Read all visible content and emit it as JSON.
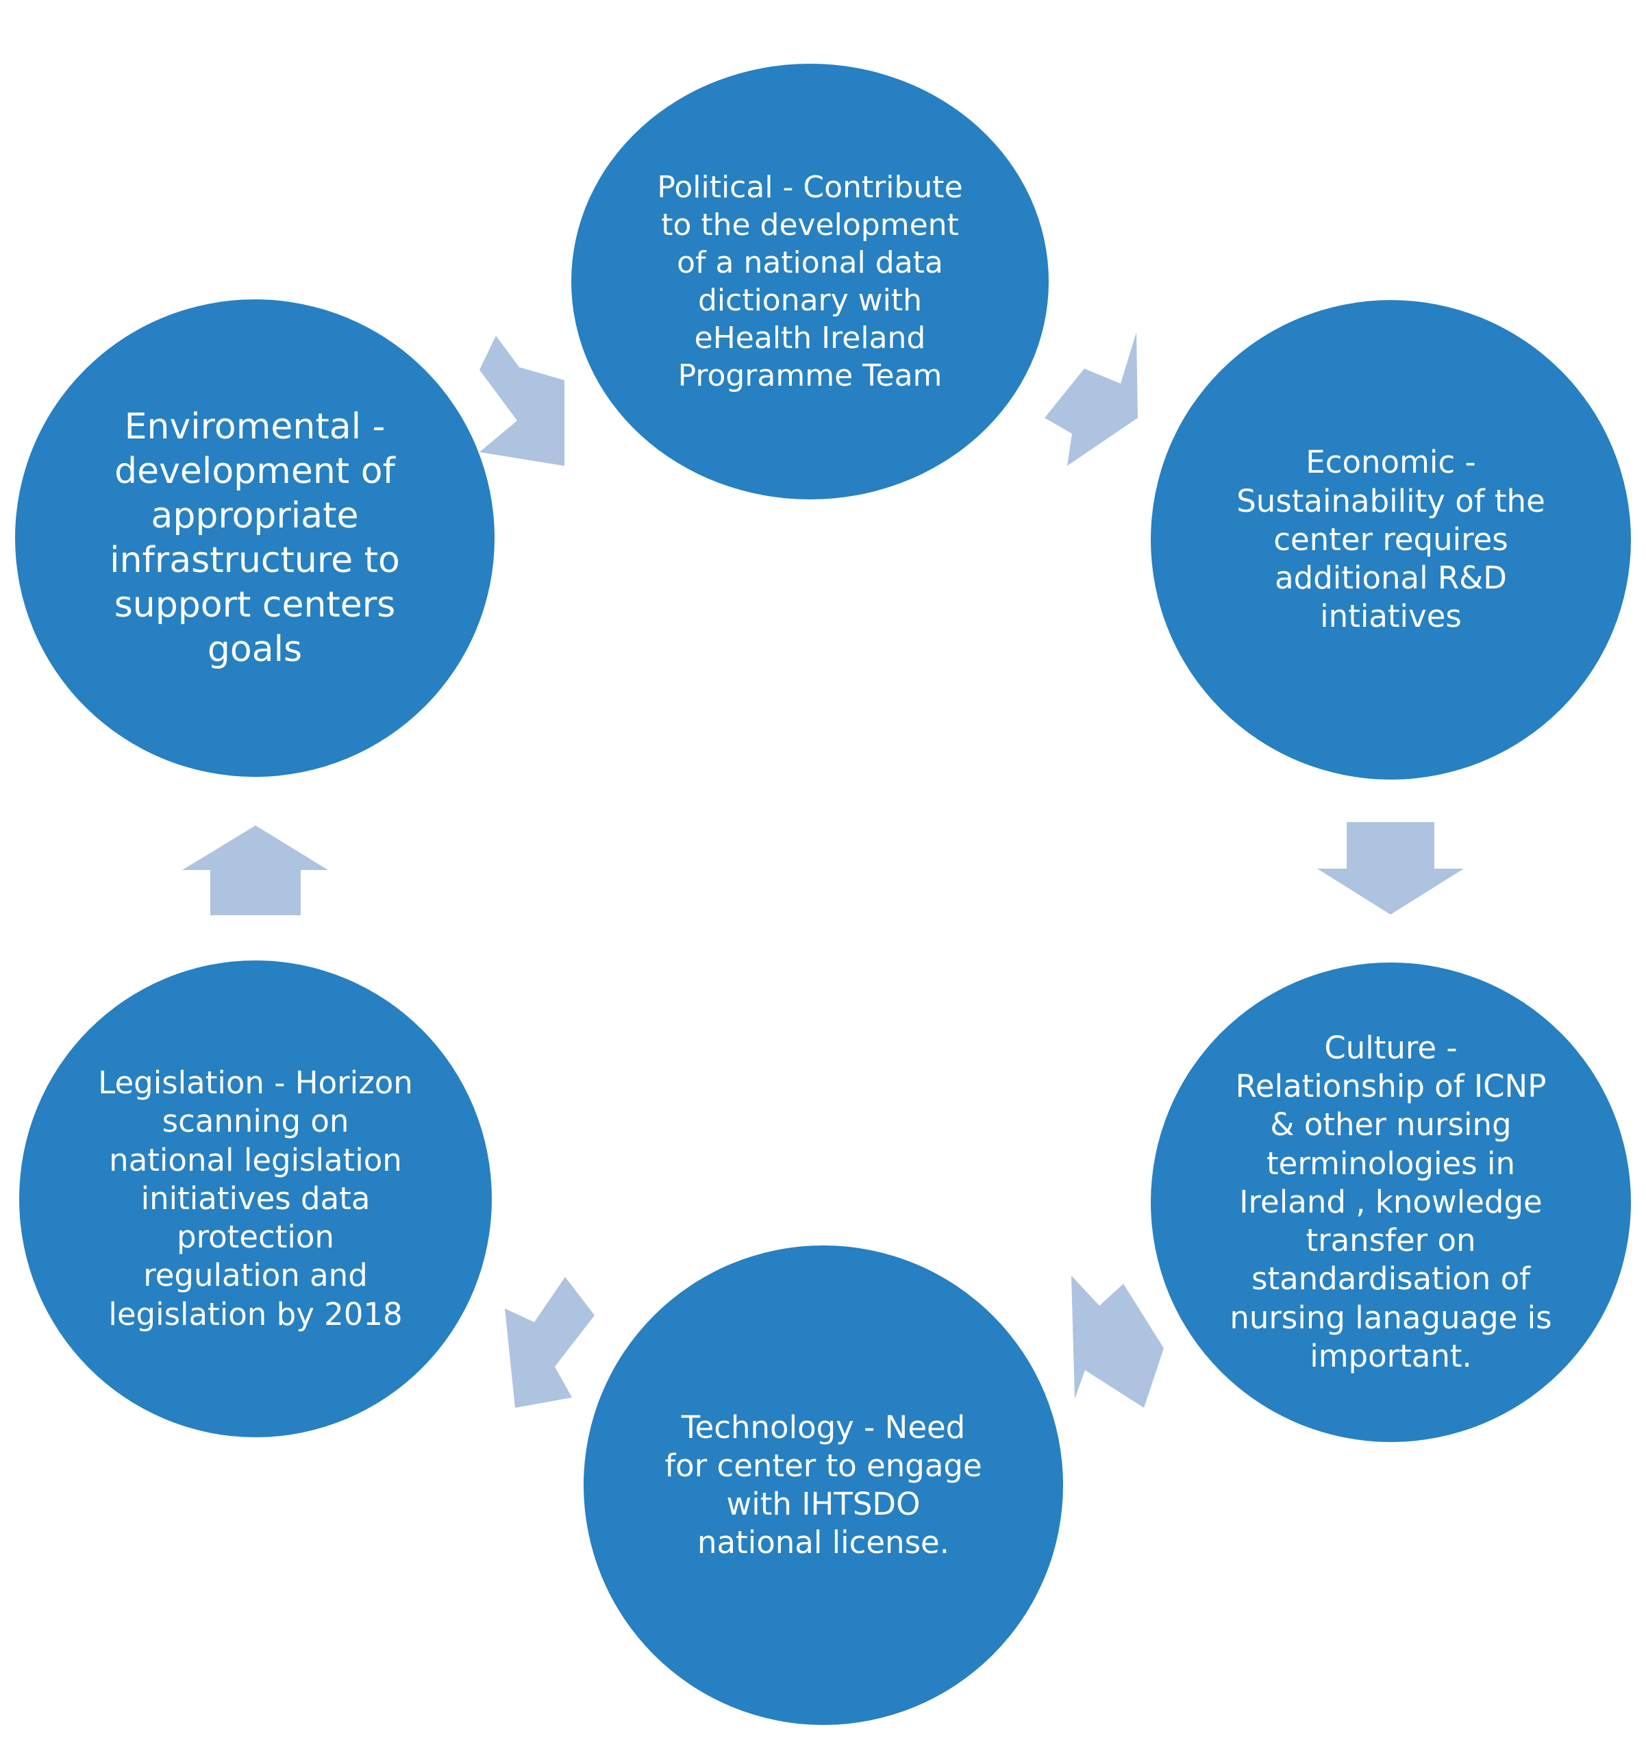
{
  "diagram": {
    "colors": {
      "node_fill": "#2680c2",
      "node_text": "#ffffff",
      "arrow_fill": "#adc3df",
      "background": "#ffffff"
    },
    "nodes": [
      {
        "id": "political",
        "label": "Political - Contribute\nto the development\nof a national data\ndictionary with\neHealth Ireland\nProgramme Team"
      },
      {
        "id": "economic",
        "label": "Economic -\nSustainability of the\ncenter requires\nadditional R&D\nintiatives"
      },
      {
        "id": "culture",
        "label": "Culture -\nRelationship of ICNP\n& other nursing\nterminologies in\nIreland , knowledge\ntransfer on\nstandardisation of\nnursing lanaguage is\nimportant."
      },
      {
        "id": "technology",
        "label": "Technology - Need\nfor center to engage\nwith IHTSDO\nnational license."
      },
      {
        "id": "legislation",
        "label": "Legislation - Horizon\nscanning on\nnational legislation\ninitiatives data\nprotection\nregulation and\nlegislation by 2018"
      },
      {
        "id": "enviromental",
        "label": "Enviromental -\ndevelopment of\nappropriate\ninfrastructure to\nsupport centers\ngoals"
      }
    ],
    "flow": [
      {
        "from": "enviromental",
        "to": "political"
      },
      {
        "from": "political",
        "to": "economic"
      },
      {
        "from": "economic",
        "to": "culture"
      },
      {
        "from": "culture",
        "to": "technology"
      },
      {
        "from": "technology",
        "to": "legislation"
      },
      {
        "from": "legislation",
        "to": "enviromental"
      }
    ]
  }
}
